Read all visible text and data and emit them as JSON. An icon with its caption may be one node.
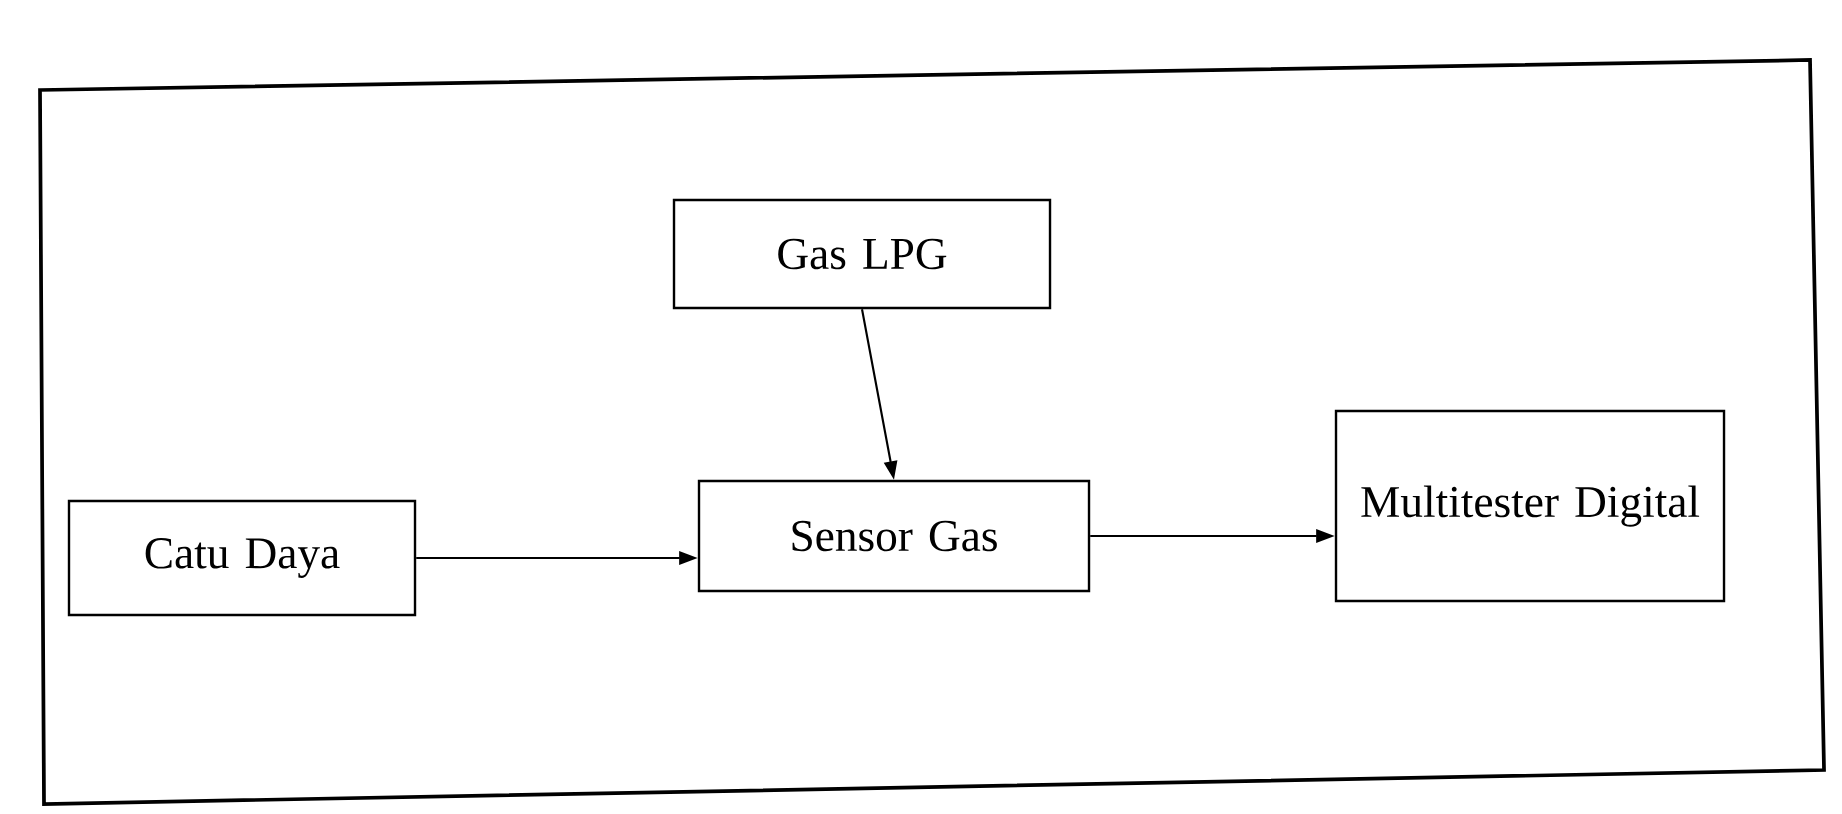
{
  "diagram": {
    "nodes": [
      {
        "text": [
          "Gas LPG"
        ]
      },
      {
        "text": [
          "Catu Daya"
        ]
      },
      {
        "text": [
          "Sensor Gas"
        ]
      },
      {
        "text": [
          "Multitester Digital"
        ]
      }
    ],
    "edges": [
      {
        "from": 0,
        "to": 2,
        "arrow": "to"
      },
      {
        "from": 1,
        "to": 2,
        "arrow": "to"
      },
      {
        "from": 2,
        "to": 3,
        "arrow": "to"
      }
    ]
  }
}
